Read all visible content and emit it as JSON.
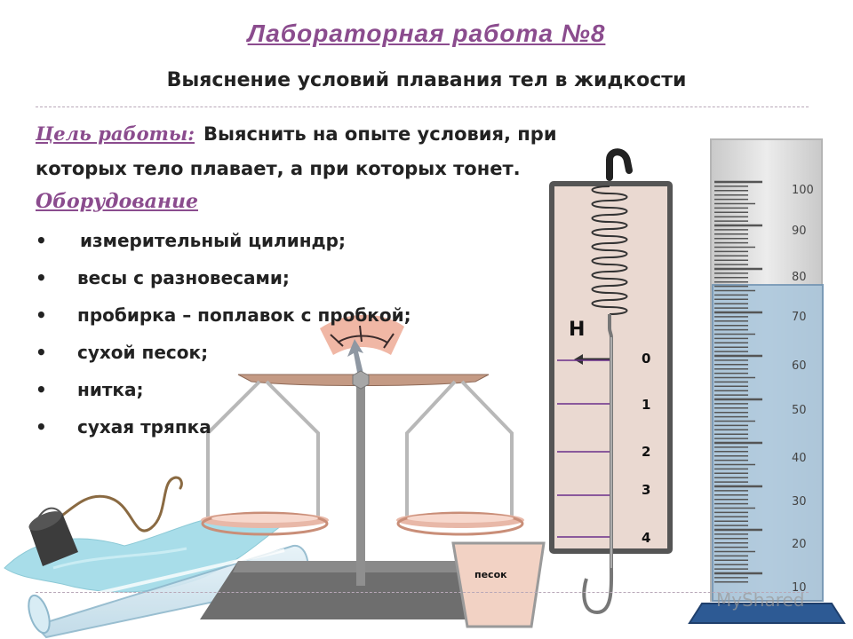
{
  "title": "Лабораторная работа №8",
  "subtitle": "Выяснение условий плавания тел в жидкости",
  "goal": {
    "label": "Цель работы:",
    "line1": "Выяснить на опыте условия, при",
    "line2": "которых  тело  плавает, а при которых тонет."
  },
  "equipment": {
    "heading": "Оборудование",
    "items": [
      "измерительный цилиндр;",
      "весы с разновесами;",
      "пробирка – поплавок с пробкой;",
      "сухой песок;",
      "нитка;",
      "сухая тряпка"
    ]
  },
  "dynamometer": {
    "unit": "Н",
    "marks": [
      "0",
      "1",
      "2",
      "3",
      "4"
    ]
  },
  "cylinder": {
    "marks": [
      "100",
      "90",
      "80",
      "70",
      "60",
      "50",
      "40",
      "30",
      "20",
      "10"
    ]
  },
  "sand_label": "песок",
  "watermark": "MyShared",
  "colors": {
    "accent": "#8b4c8e",
    "water": "#a9c6dc",
    "scale_line": "#6b2f8a"
  }
}
